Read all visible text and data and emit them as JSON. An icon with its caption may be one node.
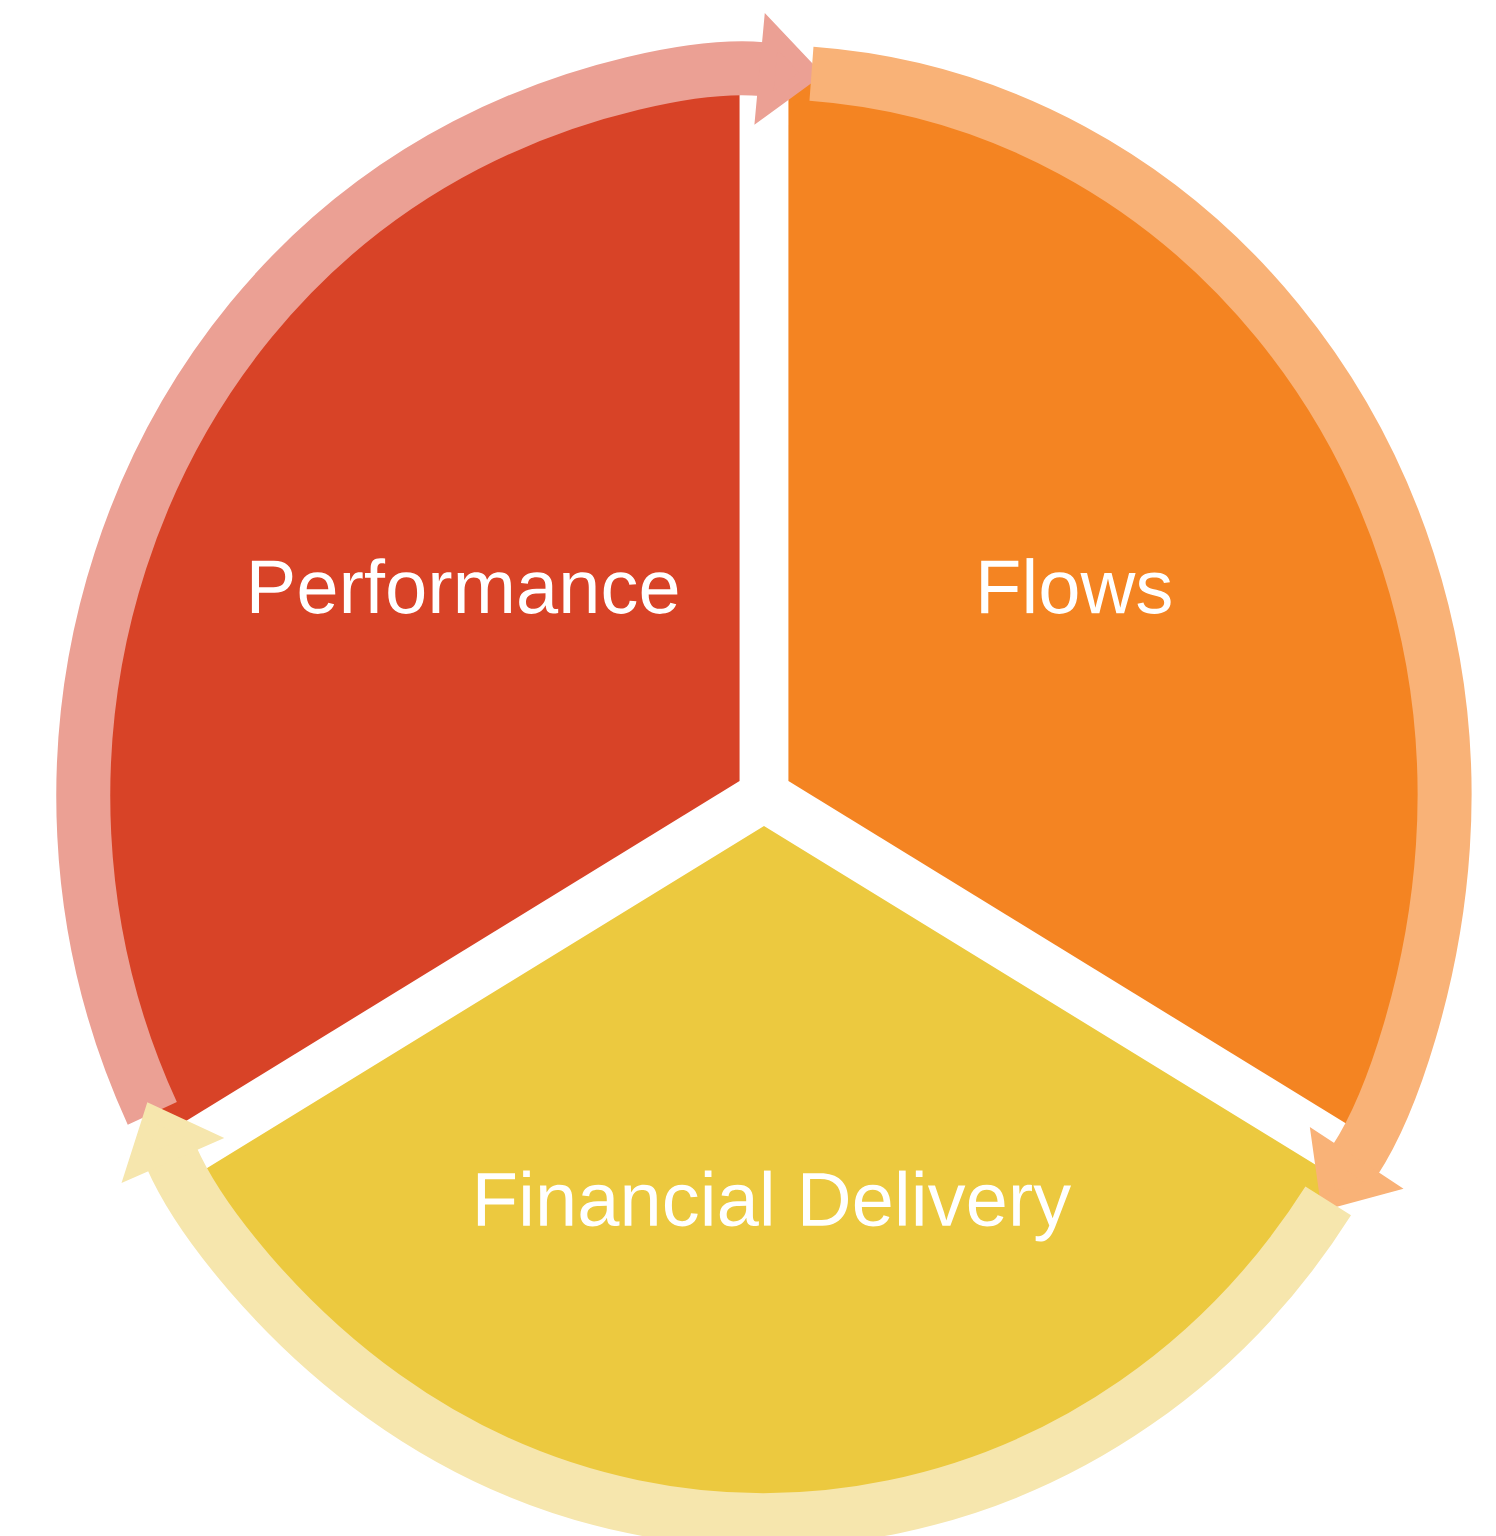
{
  "diagram": {
    "nodes": [
      {
        "text": [
          "Performance"
        ]
      },
      {
        "text": [
          "Flows"
        ]
      },
      {
        "text": [
          "Financial Delivery"
        ]
      }
    ],
    "edges": [
      {
        "from": 0,
        "to": 1,
        "arrow": "to",
        "color": "#eba094"
      },
      {
        "from": 1,
        "to": 2,
        "arrow": "to",
        "color": "#f9b277"
      },
      {
        "from": 2,
        "to": 0,
        "arrow": "to",
        "color": "#f6e6ad"
      }
    ]
  }
}
